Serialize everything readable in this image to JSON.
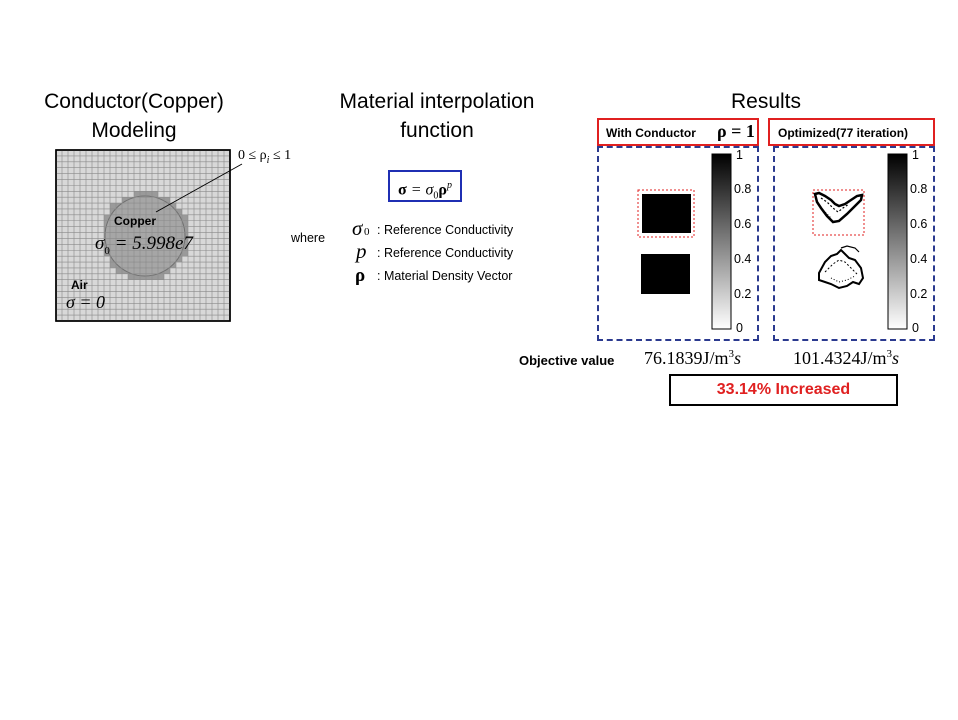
{
  "headings": {
    "modeling_line1": "Conductor(Copper)",
    "modeling_line2": "Modeling",
    "interp_line1": "Material interpolation",
    "interp_line2": "function",
    "results": "Results"
  },
  "modeling": {
    "constraint": "0 ≤ ρ",
    "constraint_sub": "i",
    "constraint_end": " ≤ 1",
    "copper_label": "Copper",
    "copper_sigma": "σ",
    "copper_sigma_sub": "0",
    "copper_value": " = 5.998e7",
    "air_label": "Air",
    "air_formula": "σ = 0",
    "colors": {
      "mesh_bg": "#d8d8d8",
      "grid_line": "#8a8a8a",
      "copper_fill": "#a6a6a6",
      "copper_stair": "#9a9a9a"
    }
  },
  "interpolation": {
    "formula_lhs": "σ",
    "formula_eq": " = σ",
    "formula_sub": "0",
    "formula_rho": "ρ",
    "formula_exp": "p",
    "where": "where",
    "legend": [
      {
        "symbol": "σ",
        "symbol_sub": "0",
        "desc": ": Reference Conductivity"
      },
      {
        "symbol": "p",
        "symbol_sub": "",
        "desc": ": Reference Conductivity"
      },
      {
        "symbol": "ρ",
        "symbol_sub": "",
        "desc": ": Material Density Vector"
      }
    ],
    "box_color": "#1f2fb3"
  },
  "results": {
    "left_title": "With Conductor",
    "left_formula": "ρ = 1",
    "right_title": "Optimized(77 iteration)",
    "colorbar_ticks": [
      "1",
      "0.8",
      "0.6",
      "0.4",
      "0.2",
      "0"
    ],
    "objective_label": "Objective value",
    "left_value": "76.1839J/m",
    "left_value_sup": "3",
    "left_value_end": "s",
    "right_value": "101.4324J/m",
    "right_value_sup": "3",
    "right_value_end": "s",
    "increase_text": "33.14% Increased",
    "colors": {
      "title_border": "#e02020",
      "panel_border": "#2b3a8f",
      "increase_text": "#e02020"
    }
  }
}
